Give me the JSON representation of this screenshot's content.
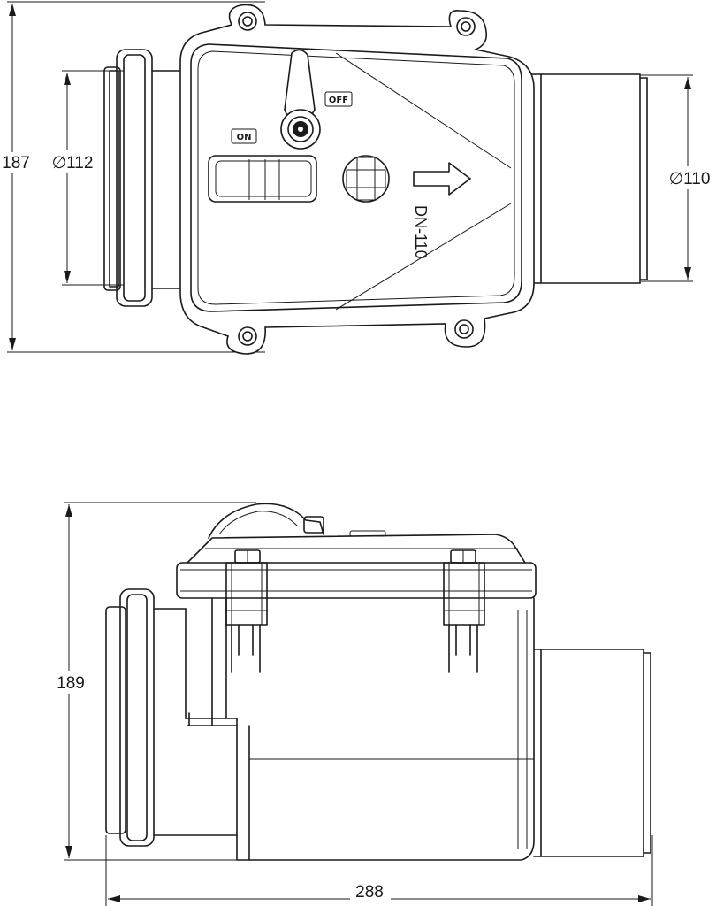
{
  "top_view": {
    "dim_height": "187",
    "dim_inlet_diameter": "∅112",
    "dim_outlet_diameter": "∅110",
    "label_on": "ON",
    "label_off": "OFF",
    "nominal_size": "DN-110",
    "flow_arrow_icon": "right-arrow-icon"
  },
  "side_view": {
    "dim_height": "189",
    "dim_length": "288"
  }
}
